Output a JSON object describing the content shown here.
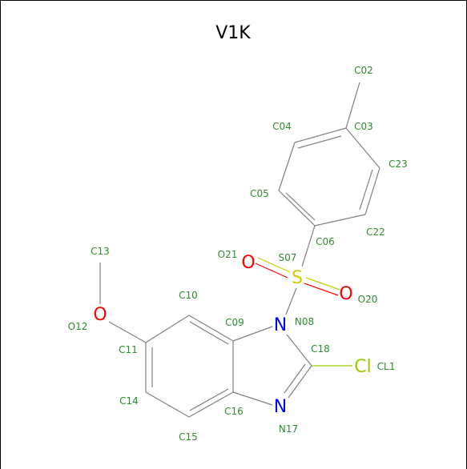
{
  "title": "V1K",
  "colors": {
    "carbon_label": "#2e8b2e",
    "bond": "#808080",
    "oxygen": "#ff0000",
    "nitrogen": "#0000ff",
    "sulfur": "#cccc00",
    "chlorine": "#99cc00"
  },
  "atom_symbols": {
    "oxygen": "O",
    "nitrogen": "N",
    "sulfur": "S",
    "chlorine": "Cl"
  },
  "atoms": [
    {
      "id": "C02"
    },
    {
      "id": "C03"
    },
    {
      "id": "C04"
    },
    {
      "id": "C23"
    },
    {
      "id": "C05"
    },
    {
      "id": "C22"
    },
    {
      "id": "C06"
    },
    {
      "id": "C13"
    },
    {
      "id": "O21"
    },
    {
      "id": "S07"
    },
    {
      "id": "C10"
    },
    {
      "id": "O20"
    },
    {
      "id": "O12"
    },
    {
      "id": "C09"
    },
    {
      "id": "N08"
    },
    {
      "id": "C11"
    },
    {
      "id": "C18"
    },
    {
      "id": "CL1"
    },
    {
      "id": "C14"
    },
    {
      "id": "C16"
    },
    {
      "id": "N17"
    },
    {
      "id": "C15"
    }
  ]
}
